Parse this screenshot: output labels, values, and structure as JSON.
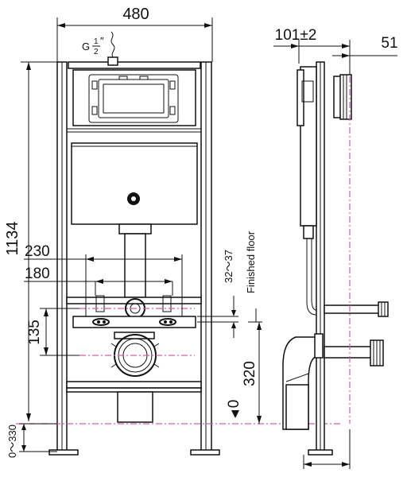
{
  "dimensions": {
    "width": "480",
    "height": "1134",
    "depth": "101±2",
    "offset": "51",
    "span_outer": "230",
    "span_inner": "180",
    "gap": "32～37",
    "drain_height": "135",
    "outlet_height": "320",
    "zero": "0",
    "adjust": "0～330"
  },
  "labels": {
    "thread_prefix": "G",
    "thread_num": "1",
    "thread_den": "2",
    "thread_mark": "″",
    "finished_floor": "Finished floor"
  },
  "colors": {
    "line": "#111111",
    "axis": "#d65aa8"
  }
}
